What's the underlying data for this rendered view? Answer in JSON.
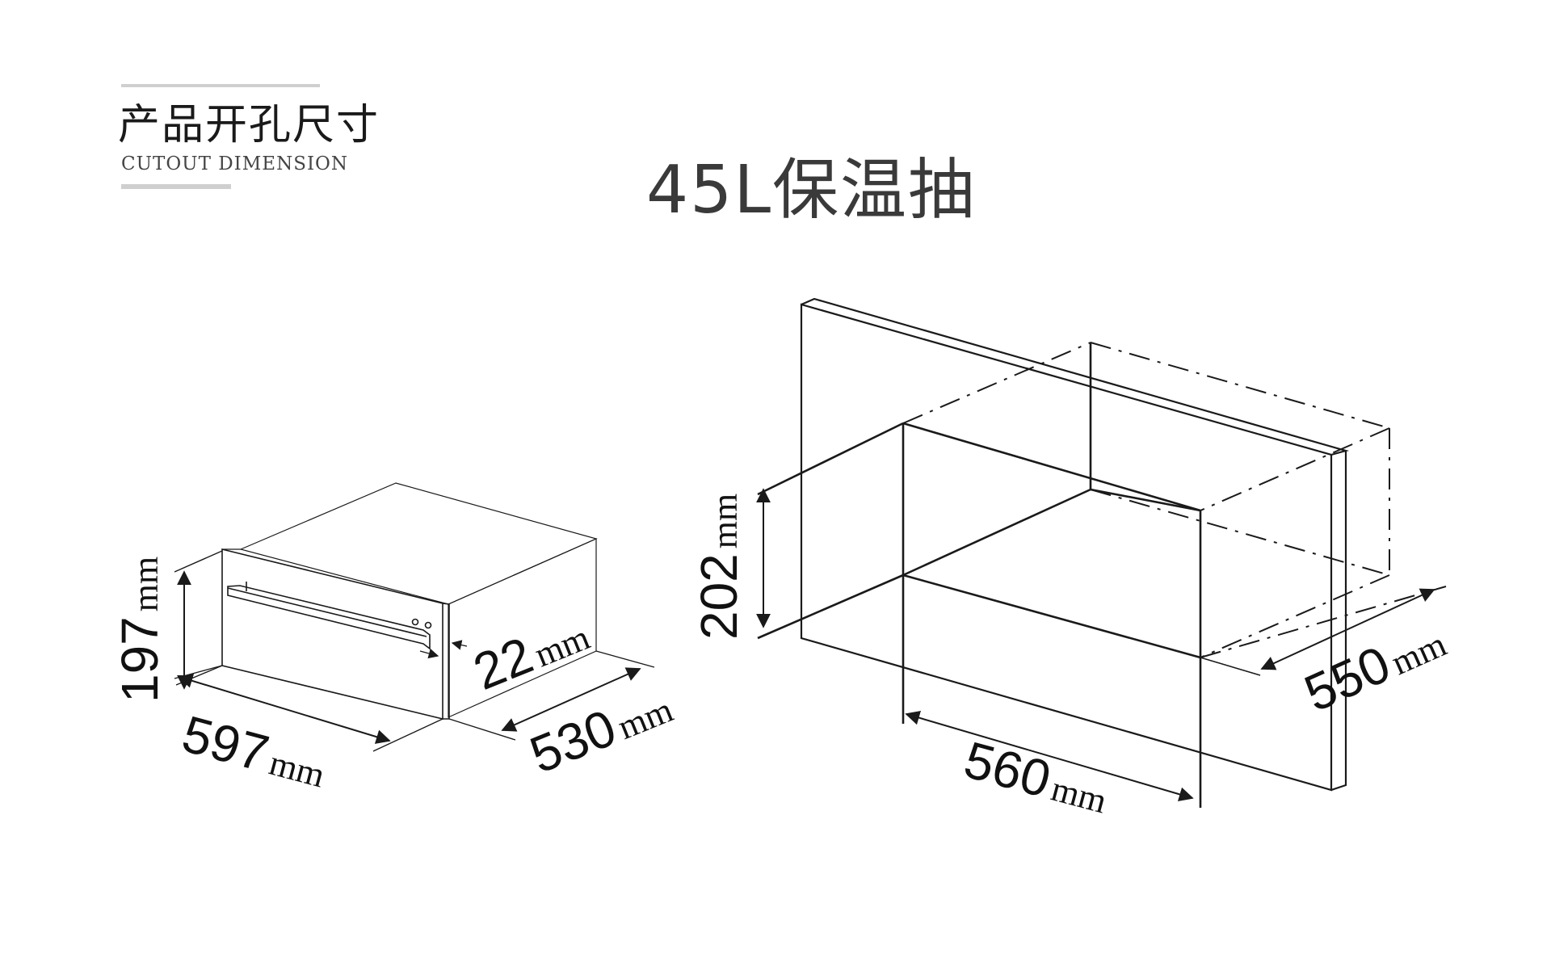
{
  "header": {
    "title_cn": "产品开孔尺寸",
    "title_en": "CUTOUT DIMENSION"
  },
  "product": {
    "name": "45L保温抽"
  },
  "appliance": {
    "height": {
      "value": "197",
      "unit": "mm"
    },
    "width": {
      "value": "597",
      "unit": "mm"
    },
    "depth": {
      "value": "530",
      "unit": "mm"
    },
    "front_panel": {
      "value": "22",
      "unit": "mm"
    }
  },
  "cutout": {
    "height": {
      "value": "202",
      "unit": "mm"
    },
    "width": {
      "value": "560",
      "unit": "mm"
    },
    "depth": {
      "value": "550",
      "unit": "mm"
    }
  },
  "colors": {
    "line": "#1a1a1a",
    "rule": "#cfcfcf",
    "title": "#3a3a3a"
  }
}
